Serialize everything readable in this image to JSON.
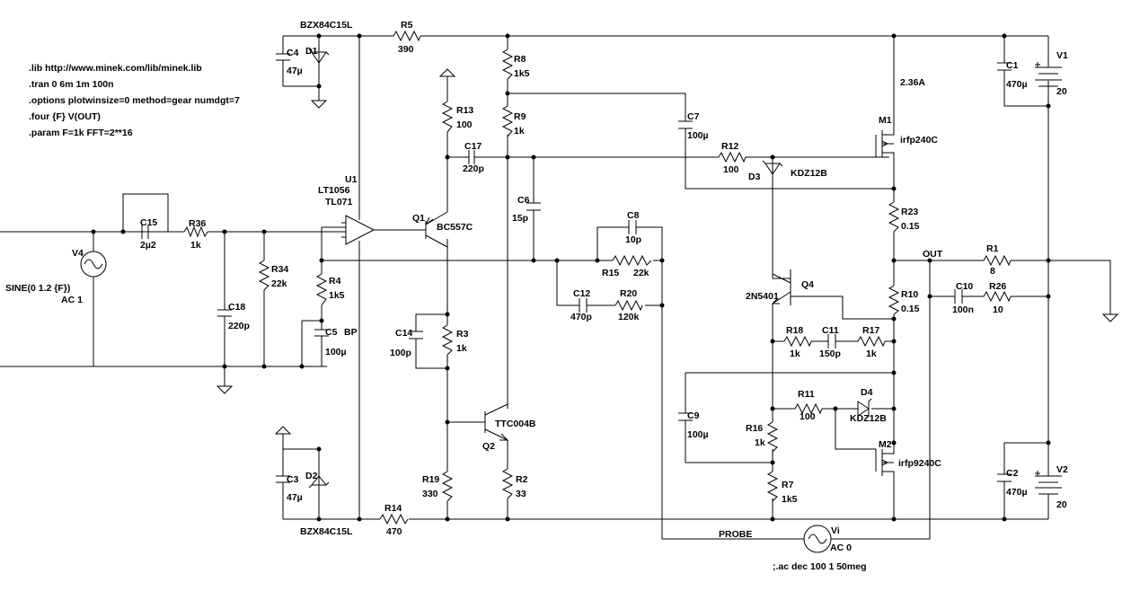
{
  "directives": [
    ".lib http://www.minek.com/lib/minek.lib",
    ".tran 0 6m 1m 100n",
    ".options plotwinsize=0 method=gear numdgt=7",
    ".four {F} V(OUT)",
    ".param F=1k  FFT=2**16"
  ],
  "ac_directive": ";.ac dec 100 1 50meg",
  "nets": {
    "out": "OUT",
    "probe": "PROBE"
  },
  "current_label": "2.36A",
  "components": {
    "d1": {
      "name": "D1",
      "value": "BZX84C15L"
    },
    "d2": {
      "name": "D2",
      "value": "BZX84C15L"
    },
    "c4": {
      "name": "C4",
      "value": "47µ"
    },
    "c3": {
      "name": "C3",
      "value": "47µ"
    },
    "r5": {
      "name": "R5",
      "value": "390"
    },
    "r14": {
      "name": "R14",
      "value": "470"
    },
    "u1": {
      "name": "U1",
      "value": "LT1056",
      "alt": "TL071"
    },
    "v4": {
      "name": "V4",
      "value": "SINE(0 1.2 {F})",
      "ac": "AC 1"
    },
    "c15": {
      "name": "C15",
      "value": "2µ2"
    },
    "r36": {
      "name": "R36",
      "value": "1k"
    },
    "r34": {
      "name": "R34",
      "value": "22k"
    },
    "c18": {
      "name": "C18",
      "value": "220p"
    },
    "r4": {
      "name": "R4",
      "value": "1k5"
    },
    "c5": {
      "name": "C5",
      "value": "100µ",
      "flag": "BP"
    },
    "r13": {
      "name": "R13",
      "value": "100"
    },
    "c17": {
      "name": "C17",
      "value": "220p"
    },
    "q1": {
      "name": "Q1",
      "value": "BC557C"
    },
    "r8": {
      "name": "R8",
      "value": "1k5"
    },
    "r9": {
      "name": "R9",
      "value": "1k"
    },
    "c6": {
      "name": "C6",
      "value": "15p"
    },
    "c14": {
      "name": "C14",
      "value": "100p"
    },
    "r3": {
      "name": "R3",
      "value": "1k"
    },
    "q2": {
      "name": "Q2",
      "value": "TTC004B"
    },
    "r19": {
      "name": "R19",
      "value": "330"
    },
    "r2": {
      "name": "R2",
      "value": "33"
    },
    "c8": {
      "name": "C8",
      "value": "10p"
    },
    "r15": {
      "name": "R15",
      "value": "22k"
    },
    "c12": {
      "name": "C12",
      "value": "470p"
    },
    "r20": {
      "name": "R20",
      "value": "120k"
    },
    "c7": {
      "name": "C7",
      "value": "100µ"
    },
    "r12": {
      "name": "R12",
      "value": "100"
    },
    "d3": {
      "name": "D3",
      "value": "KDZ12B"
    },
    "m1": {
      "name": "M1",
      "value": "irfp240C"
    },
    "r23": {
      "name": "R23",
      "value": "0.15"
    },
    "r10": {
      "name": "R10",
      "value": "0.15"
    },
    "q4": {
      "name": "Q4",
      "value": "2N5401"
    },
    "r18": {
      "name": "R18",
      "value": "1k"
    },
    "c11": {
      "name": "C11",
      "value": "150p"
    },
    "r17": {
      "name": "R17",
      "value": "1k"
    },
    "c9": {
      "name": "C9",
      "value": "100µ"
    },
    "r11": {
      "name": "R11",
      "value": "100"
    },
    "d4": {
      "name": "D4",
      "value": "KDZ12B"
    },
    "r16": {
      "name": "R16",
      "value": "1k"
    },
    "r7": {
      "name": "R7",
      "value": "1k5"
    },
    "m2": {
      "name": "M2",
      "value": "irfp9240C"
    },
    "c1": {
      "name": "C1",
      "value": "470µ"
    },
    "v1": {
      "name": "V1",
      "value": "20"
    },
    "c2": {
      "name": "C2",
      "value": "470µ"
    },
    "v2": {
      "name": "V2",
      "value": "20"
    },
    "r1": {
      "name": "R1",
      "value": "8"
    },
    "c10": {
      "name": "C10",
      "value": "100n"
    },
    "r26": {
      "name": "R26",
      "value": "10"
    },
    "vi": {
      "name": "Vi",
      "value": "AC 0"
    }
  }
}
